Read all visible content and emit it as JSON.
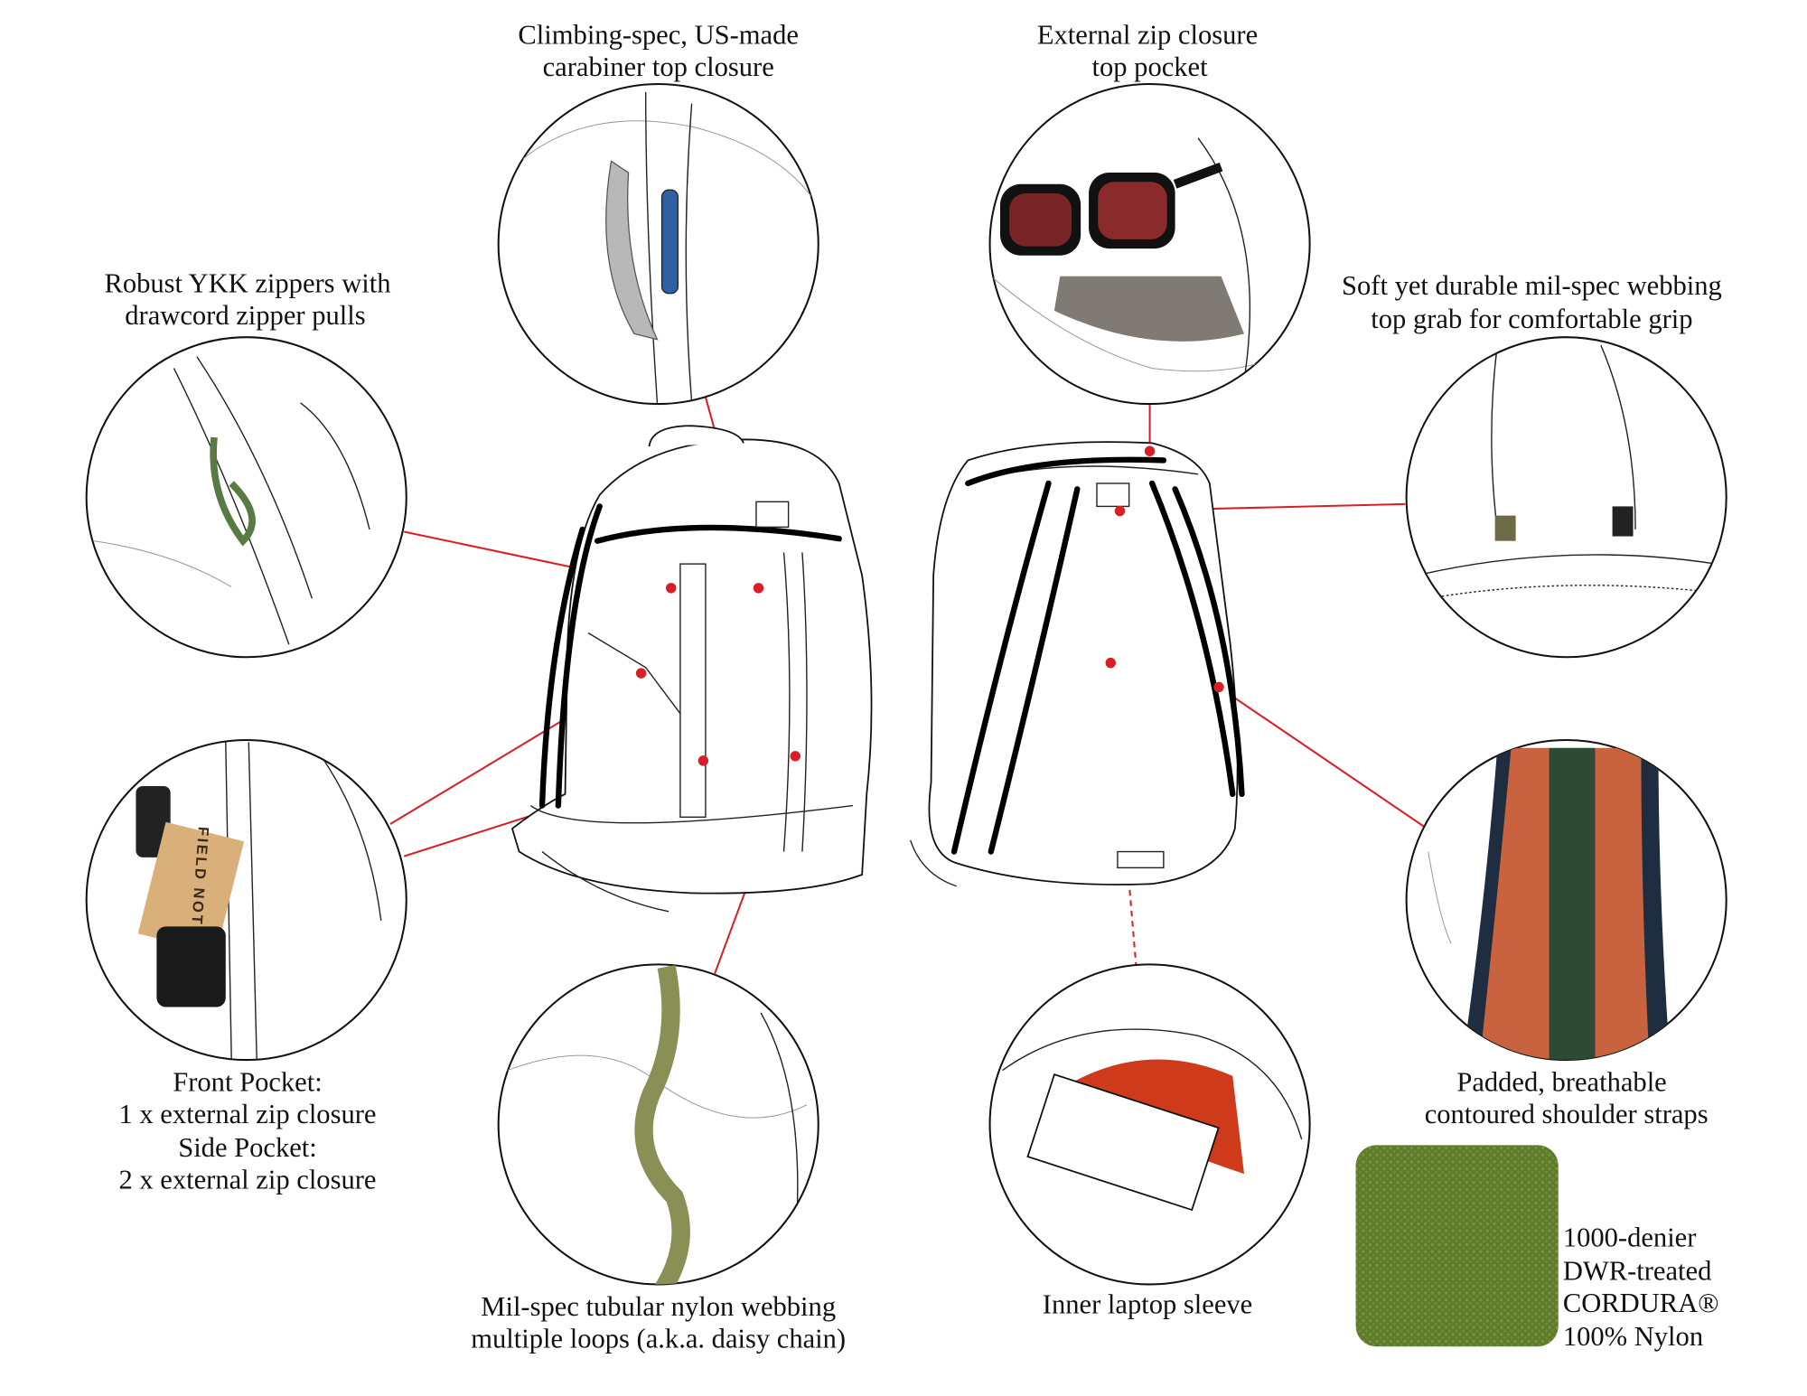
{
  "colors": {
    "callout": "#d91f26",
    "fabric": "#5e7a2c",
    "strap_orange": "#c9633f",
    "strap_navy": "#1f2d40",
    "webbing_olive": "#8a8f55"
  },
  "labels": {
    "carabiner": [
      "Climbing-spec, US-made",
      "carabiner top closure"
    ],
    "top_pocket": [
      "External zip closure",
      "top pocket"
    ],
    "zippers": [
      "Robust YKK zippers with",
      "drawcord zipper pulls"
    ],
    "top_grab": [
      "Soft yet durable mil-spec webbing",
      "top grab for comfortable grip"
    ],
    "front_pocket": [
      "Front Pocket:",
      "1 x external zip closure",
      "Side Pocket:",
      "2 x external zip closure"
    ],
    "shoulder_straps": [
      "Padded, breathable",
      "contoured shoulder straps"
    ],
    "daisy_chain": [
      "Mil-spec tubular nylon webbing",
      "multiple loops (a.k.a. daisy chain)"
    ],
    "laptop_sleeve": [
      "Inner laptop sleeve"
    ],
    "fabric": [
      "1000-denier",
      "DWR-treated",
      "CORDURA®",
      "100% Nylon"
    ]
  },
  "illustration_text": {
    "notebook": "FIELD NOTES"
  }
}
